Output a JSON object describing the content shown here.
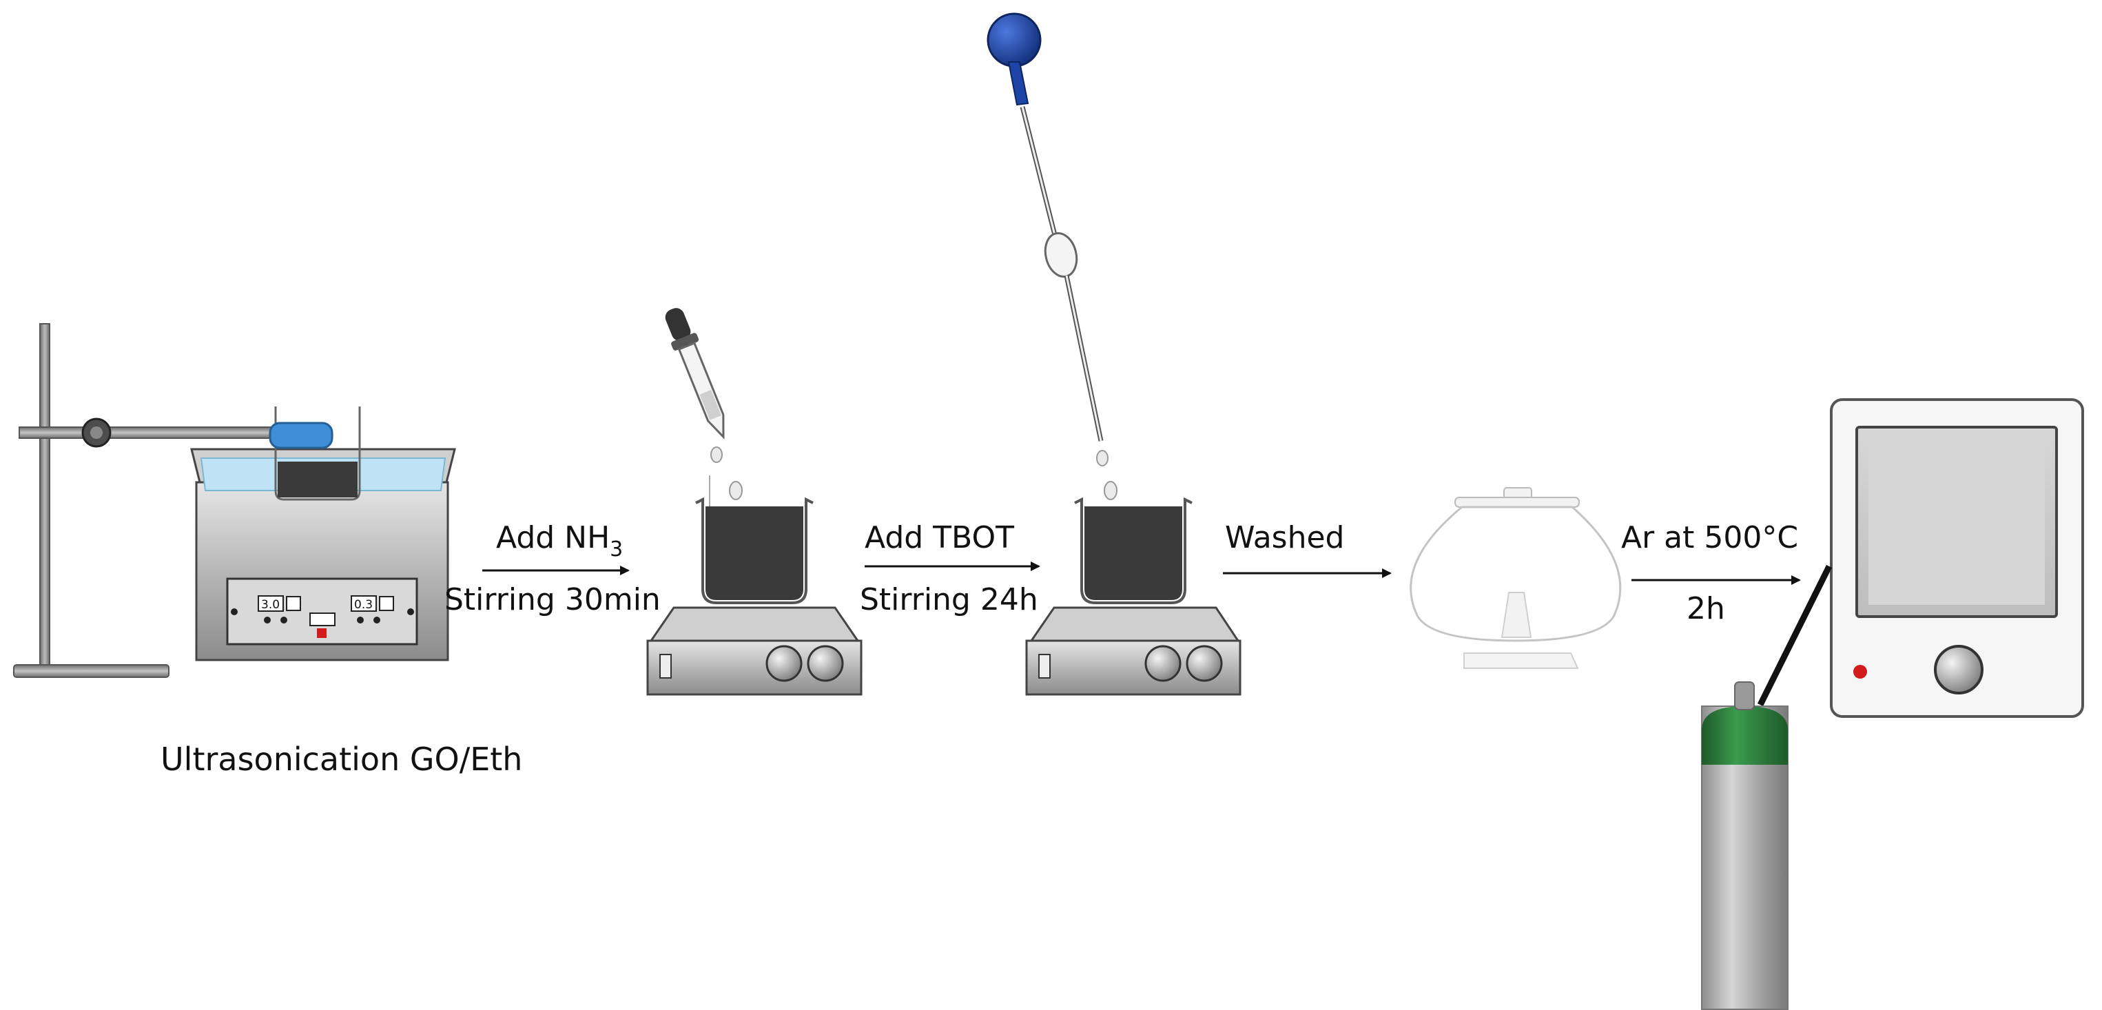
{
  "diagram": {
    "caption_ultrasonication": "Ultrasonication GO/Eth",
    "bath_display_left": "3.0",
    "bath_display_right": "0.3",
    "step1": {
      "line1_main": "Add NH",
      "line1_sub": "3",
      "line2": "Stirring 30min"
    },
    "step2": {
      "line1": "Add TBOT",
      "line2": "Stirring 24h"
    },
    "step3": {
      "line1": "Washed"
    },
    "step4": {
      "line1": "Ar at 500°C",
      "line2": "2h"
    }
  },
  "colors": {
    "dark_liquid": "#3a3a3a",
    "bath_water": "#bfe3f4",
    "bulb_blue": "#1e44a8",
    "clamp_blue": "#3f8fd6",
    "cylinder_green": "#2a7a3a",
    "indicator_red": "#d21c1c"
  }
}
